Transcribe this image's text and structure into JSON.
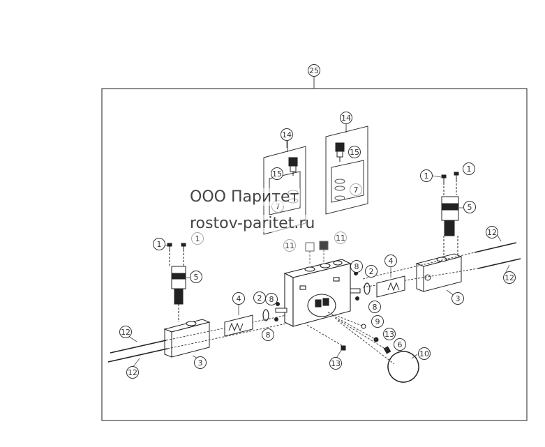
{
  "assembly_callout": "25",
  "callouts": [
    {
      "id": "c14a",
      "label": "14"
    },
    {
      "id": "c14b",
      "label": "14"
    },
    {
      "id": "c15a",
      "label": "15"
    },
    {
      "id": "c15b",
      "label": "15"
    },
    {
      "id": "c7a",
      "label": "7"
    },
    {
      "id": "c7b",
      "label": "7"
    },
    {
      "id": "c11a",
      "label": "11"
    },
    {
      "id": "c11b",
      "label": "11"
    },
    {
      "id": "c1a",
      "label": "1"
    },
    {
      "id": "c1b",
      "label": "1"
    },
    {
      "id": "c1c",
      "label": "1"
    },
    {
      "id": "c1d",
      "label": "1"
    },
    {
      "id": "c5a",
      "label": "5"
    },
    {
      "id": "c5b",
      "label": "5"
    },
    {
      "id": "c12a",
      "label": "12"
    },
    {
      "id": "c12b",
      "label": "12"
    },
    {
      "id": "c12c",
      "label": "12"
    },
    {
      "id": "c12d",
      "label": "12"
    },
    {
      "id": "c4a",
      "label": "4"
    },
    {
      "id": "c4b",
      "label": "4"
    },
    {
      "id": "c2a",
      "label": "2"
    },
    {
      "id": "c2b",
      "label": "2"
    },
    {
      "id": "c8a",
      "label": "8"
    },
    {
      "id": "c8b",
      "label": "8"
    },
    {
      "id": "c8c",
      "label": "8"
    },
    {
      "id": "c8d",
      "label": "8"
    },
    {
      "id": "c3a",
      "label": "3"
    },
    {
      "id": "c3b",
      "label": "3"
    },
    {
      "id": "c9",
      "label": "9"
    },
    {
      "id": "c13a",
      "label": "13"
    },
    {
      "id": "c13b",
      "label": "13"
    },
    {
      "id": "c6",
      "label": "6"
    },
    {
      "id": "c10",
      "label": "10"
    }
  ],
  "watermark": {
    "company": "ООО Паритет",
    "site": "rostov-paritet.ru"
  }
}
